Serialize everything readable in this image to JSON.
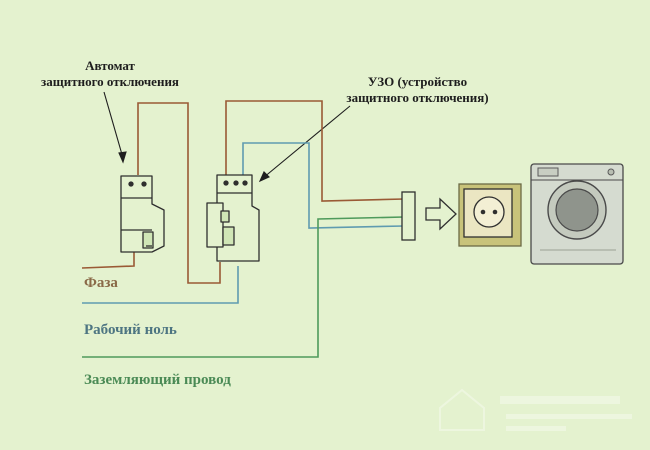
{
  "labels": {
    "breaker_line1": "Автомат",
    "breaker_line2": "защитного отключения",
    "rcd_line1": "УЗО (устройство",
    "rcd_line2": "защитного отключения)",
    "phase": "Фаза",
    "neutral": "Рабочий ноль",
    "ground": "Заземляющий провод"
  },
  "colors": {
    "background": "#e4f2cf",
    "phase_wire": "#9a5a35",
    "neutral_wire": "#5f9bb0",
    "ground_wire": "#4f9a5c",
    "outline": "#2f2f2f"
  }
}
